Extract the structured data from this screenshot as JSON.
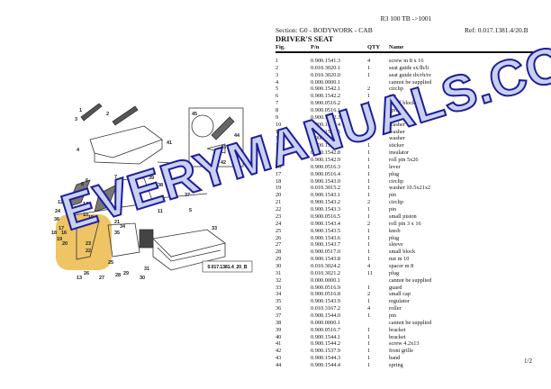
{
  "header": {
    "title": "R3 100 TB ->1001",
    "section": "Section: G0 - BODYWORK - CAB",
    "ref": "Ref: 0.017.1381.4/20.B",
    "heading": "DRIVER'S SEAT"
  },
  "columns": [
    "Fig.",
    "P/n",
    "QTY",
    "Name"
  ],
  "rows": [
    [
      "1",
      "0.900.1541.3",
      "4",
      "screw m 8 x 16"
    ],
    [
      "2",
      "0.010.3020.1",
      "1",
      "seat guide sx/lh/li"
    ],
    [
      "3",
      "0.010.3020.0",
      "1",
      "seat guide dx/rh/re"
    ],
    [
      "4",
      "0.000.0000.1",
      "",
      "cannot be supplied"
    ],
    [
      "5",
      "0.900.1542.1",
      "2",
      "circlip"
    ],
    [
      "6",
      "0.900.1542.2",
      "1",
      "pin"
    ],
    [
      "7",
      "0.900.0516.2",
      "1",
      "small block"
    ],
    [
      "8",
      "0.900.0516.1",
      "2",
      "spring"
    ],
    [
      "9",
      "0.900.1542.3",
      "1",
      "rod"
    ],
    [
      "10",
      "0.900.1542.4",
      "1",
      "washer"
    ],
    [
      "11",
      "0.900.1542.5",
      "2",
      "washer"
    ],
    [
      "12",
      "0.900.1542.6",
      "1",
      "washer"
    ],
    [
      "13",
      "0.900.1542.7",
      "1",
      "sticker"
    ],
    [
      "14",
      "0.900.1542.8",
      "1",
      "insulator"
    ],
    [
      "15",
      "0.900.1542.9",
      "1",
      "roll pin 5x26"
    ],
    [
      "16",
      "0.900.0516.3",
      "1",
      "lever"
    ],
    [
      "17",
      "0.900.0516.4",
      "1",
      "plug"
    ],
    [
      "18",
      "0.900.1543.0",
      "1",
      "circlip"
    ],
    [
      "19",
      "0.010.3015.2",
      "1",
      "washer 10.5x21x2"
    ],
    [
      "20",
      "0.900.1543.1",
      "1",
      "pin"
    ],
    [
      "21",
      "0.900.1543.2",
      "2",
      "circlip"
    ],
    [
      "22",
      "0.900.1543.3",
      "1",
      "pin"
    ],
    [
      "23",
      "0.900.0516.5",
      "1",
      "small piston"
    ],
    [
      "24",
      "0.900.1543.4",
      "2",
      "roll pin 3 x 16"
    ],
    [
      "25",
      "0.900.1543.5",
      "1",
      "knob"
    ],
    [
      "26",
      "0.900.1543.6",
      "1",
      "plug"
    ],
    [
      "27",
      "0.900.1543.7",
      "1",
      "sleeve"
    ],
    [
      "28",
      "0.900.0517.0",
      "1",
      "small block"
    ],
    [
      "29",
      "0.900.1543.8",
      "1",
      "nut m 10"
    ],
    [
      "30",
      "0.010.3024.2",
      "4",
      "spacer m 8"
    ],
    [
      "31",
      "0.010.3021.2",
      "11",
      "plug"
    ],
    [
      "32",
      "0.000.0000.1",
      "",
      "cannot be supplied"
    ],
    [
      "33",
      "0.900.0516.9",
      "1",
      "guard"
    ],
    [
      "34",
      "0.900.0516.8",
      "2",
      "small cap"
    ],
    [
      "35",
      "0.900.1543.9",
      "1",
      "regulator"
    ],
    [
      "36",
      "0.010.3167.2",
      "4",
      "roller"
    ],
    [
      "37",
      "0.900.1544.0",
      "1",
      "pin"
    ],
    [
      "38",
      "0.000.0000.1",
      "",
      "cannot be supplied"
    ],
    [
      "39",
      "0.900.0516.7",
      "1",
      "bracket"
    ],
    [
      "40",
      "0.900.1544.1",
      "1",
      "bracket"
    ],
    [
      "41",
      "0.900.1544.2",
      "1",
      "screw 4.2x13"
    ],
    [
      "42",
      "0.900.1537.9",
      "1",
      "front grille"
    ],
    [
      "43",
      "0.900.1544.3",
      "1",
      "band"
    ],
    [
      "44",
      "0.900.1544.4",
      "1",
      "spring"
    ]
  ],
  "page_number": "1/2",
  "diagram": {
    "code": "0.017.1381.4_20_B",
    "labels": [
      "1",
      "3",
      "2",
      "41",
      "4",
      "45",
      "44",
      "43",
      "42",
      "40",
      "39",
      "7",
      "6",
      "8",
      "38",
      "37",
      "5",
      "12",
      "9",
      "24",
      "14",
      "10",
      "11",
      "36",
      "15",
      "17",
      "16",
      "18",
      "19",
      "20",
      "21",
      "34",
      "35",
      "33",
      "22",
      "23",
      "31",
      "25",
      "30",
      "26",
      "13",
      "27",
      "28",
      "29"
    ]
  },
  "watermark": "EVERYMANUALS.COM"
}
